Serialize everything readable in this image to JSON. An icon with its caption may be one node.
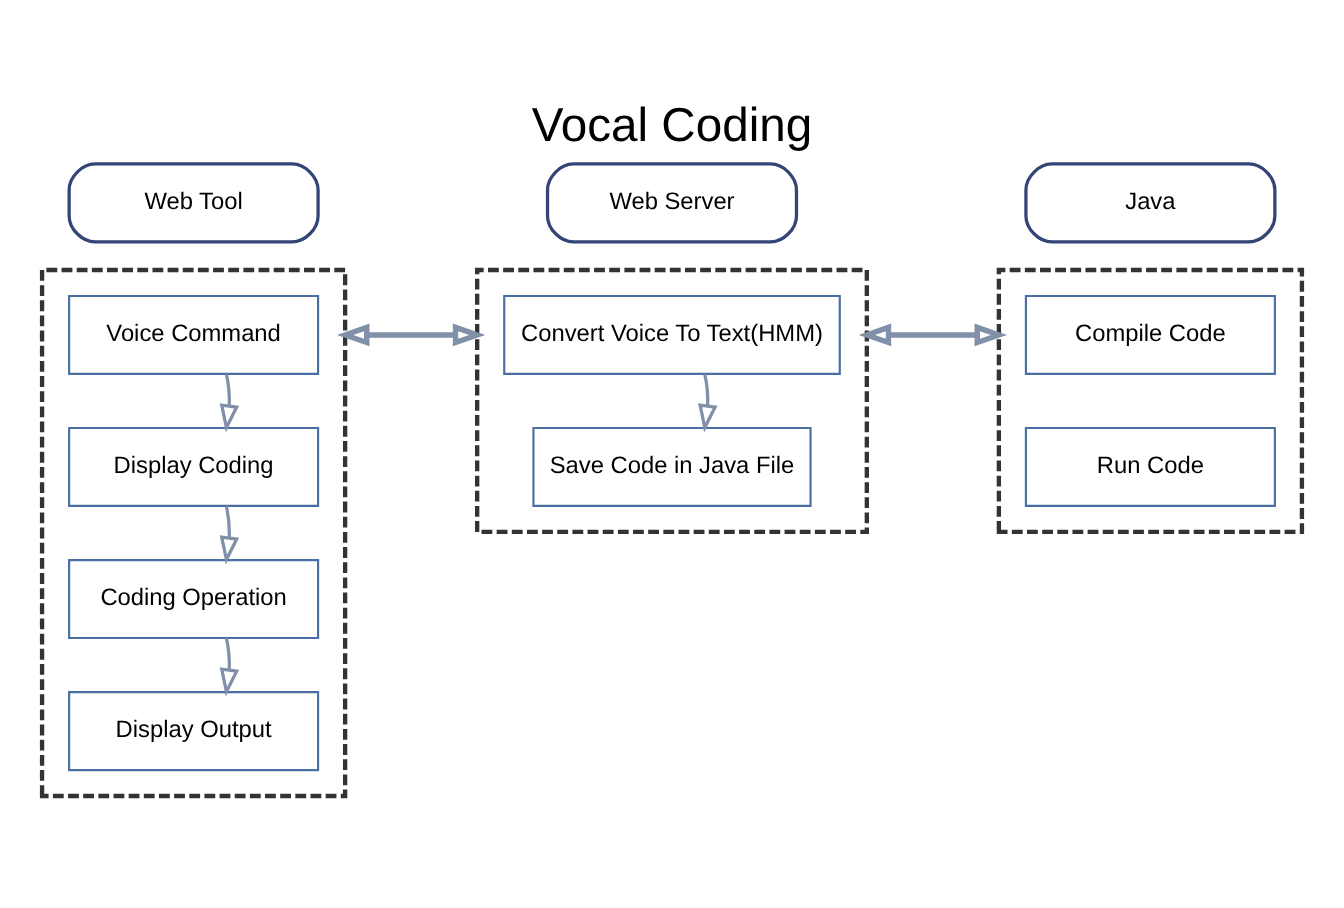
{
  "diagram": {
    "title": "Vocal Coding",
    "nodes": [
      {
        "text": [
          "Web Tool"
        ]
      },
      {
        "text": [],
        "shape": "box"
      },
      {
        "text": [
          "Voice Command"
        ],
        "in": 1
      },
      {
        "text": [
          "Display Coding"
        ],
        "in": 1
      },
      {
        "text": [
          "Coding Operation"
        ],
        "in": 1
      },
      {
        "text": [
          "Display Output"
        ],
        "in": 1
      },
      {
        "text": [
          "Web Server"
        ]
      },
      {
        "text": [],
        "shape": "box"
      },
      {
        "text": [
          "Convert Voice To Text(HMM)"
        ],
        "in": 7
      },
      {
        "text": [
          "Save Code in Java File"
        ],
        "in": 7
      },
      {
        "text": [
          "Java"
        ]
      },
      {
        "text": [],
        "shape": "box"
      },
      {
        "text": [
          "Compile Code"
        ],
        "in": 11
      },
      {
        "text": [
          "Run Code"
        ],
        "in": 11
      }
    ],
    "edges": [
      {
        "from": 2,
        "to": 3,
        "arrow": "to"
      },
      {
        "from": 3,
        "to": 4,
        "arrow": "to"
      },
      {
        "from": 4,
        "to": 5,
        "arrow": "to"
      },
      {
        "from": 8,
        "to": 9,
        "arrow": "to"
      },
      {
        "from": 1,
        "to": 7,
        "arrow": "both"
      },
      {
        "from": 7,
        "to": 11,
        "arrow": "both"
      }
    ]
  }
}
